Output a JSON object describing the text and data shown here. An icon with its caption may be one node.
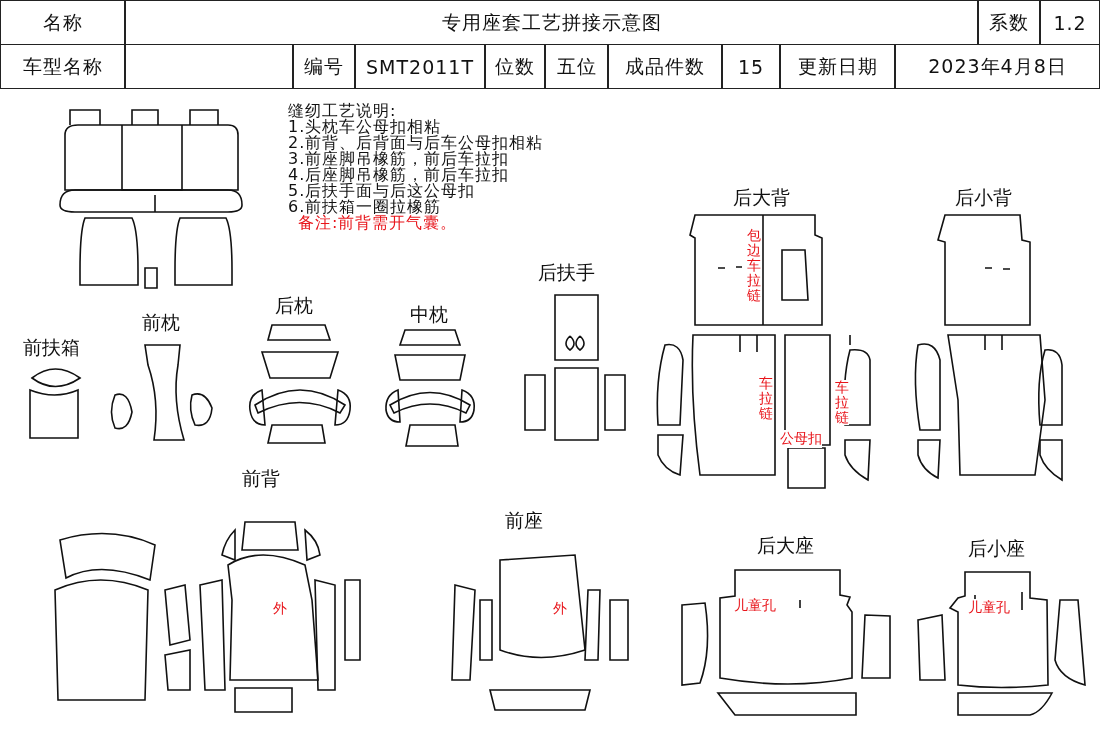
{
  "diagram": {
    "labels": [
      "名称",
      "专用座套工艺拼接示意图",
      "系数",
      "1.2",
      "车型名称",
      "编号",
      "SMT2011T",
      "位数",
      "五位",
      "成品件数",
      "15",
      "更新日期",
      "2023年4月8日",
      "缝纫工艺说明:",
      "1.头枕车公母扣相粘",
      "2.前背、后背面与后车公母扣相粘",
      "3.前座脚吊橡筋，前后车拉扣",
      "4.后座脚吊橡筋，前后车拉扣",
      "5.后扶手面与后这公母扣",
      "6.前扶箱一圈拉橡筋",
      "备注:前背需开气囊。",
      "后大背",
      "后小背",
      "包边车拉链",
      "后扶手",
      "后枕",
      "中枕",
      "前枕",
      "前扶箱",
      "车拉链",
      "车拉链",
      "公母扣",
      "前背",
      "前座",
      "后大座",
      "后小座",
      "外",
      "外",
      "儿童孔",
      "儿童孔"
    ]
  }
}
